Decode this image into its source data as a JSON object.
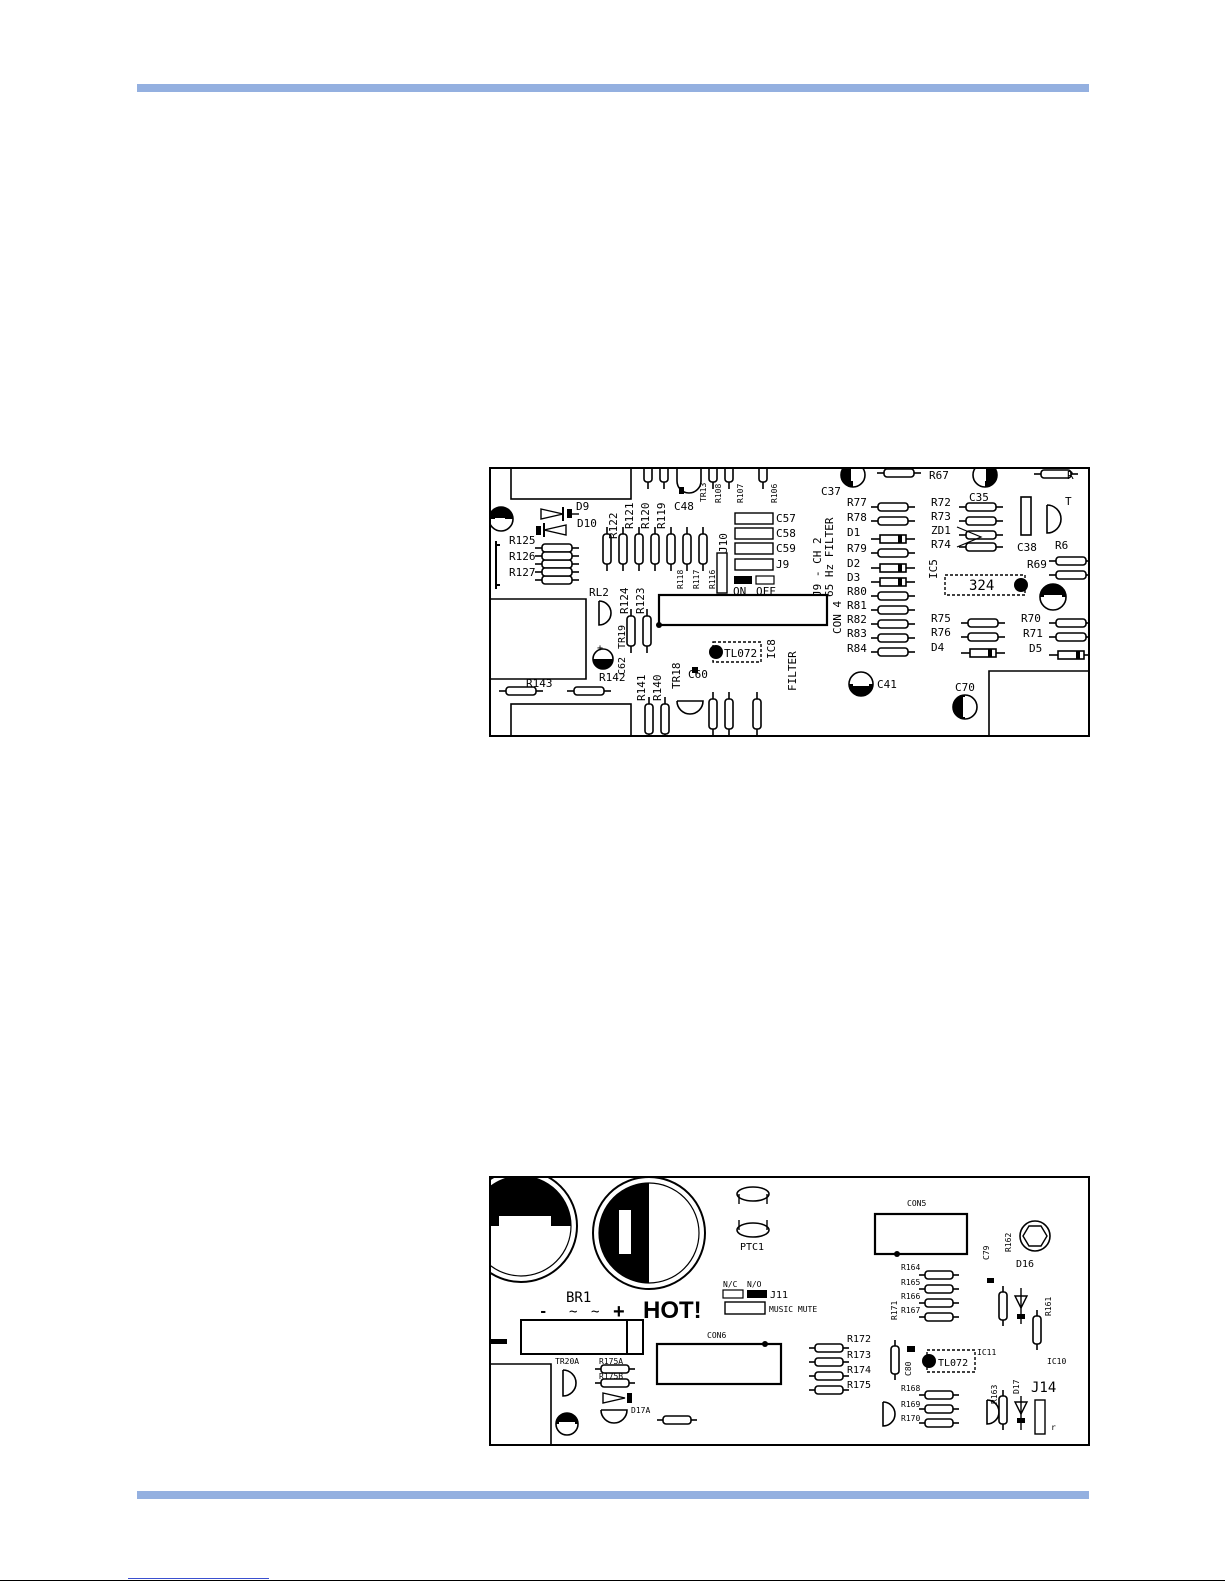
{
  "figure1": {
    "labels": {
      "d9": "D9",
      "d10": "D10",
      "r125": "R125",
      "r126": "R126",
      "r127": "R127",
      "rl2": "RL2",
      "r143": "R143",
      "r142": "R142",
      "c62": "C62",
      "tr19": "TR19",
      "r122": "R122",
      "r121": "R121",
      "r120": "R120",
      "r119": "R119",
      "r124": "R124",
      "r123": "R123",
      "r141": "R141",
      "r140": "R140",
      "tr18": "TR18",
      "c60": "C60",
      "c48": "C48",
      "tr13": "TR13",
      "r108": "R108",
      "r107": "R107",
      "r106": "R106",
      "r118": "R118",
      "r117": "R117",
      "r116": "R116",
      "j10": "J10",
      "c57": "C57",
      "c58": "C58",
      "c59": "C59",
      "j9": "J9",
      "on": "ON",
      "off": "OFF",
      "j9_note": "J9 - CH 2",
      "filter_note": "65 Hz FILTER",
      "con4": "CON 4",
      "tl072": "TL072",
      "ic8": "IC8",
      "filter": "FILTER",
      "c37": "C37",
      "r67": "R67",
      "r77": "R77",
      "r78": "R78",
      "d1": "D1",
      "r79": "R79",
      "d2": "D2",
      "d3": "D3",
      "r80": "R80",
      "r81": "R81",
      "r82": "R82",
      "r83": "R83",
      "r84": "R84",
      "c41": "C41",
      "r72": "R72",
      "r73": "R73",
      "zd1": "ZD1",
      "r74": "R74",
      "c35": "C35",
      "c38": "C38",
      "ic5": "IC5",
      "ic5_value": "324",
      "r69": "R69",
      "r6": "R6",
      "r75": "R75",
      "r76": "R76",
      "d4": "D4",
      "r70": "R70",
      "r71": "R71",
      "d5": "D5",
      "c70": "C70",
      "r_edge": "R",
      "t_edge": "T"
    }
  },
  "figure2": {
    "labels": {
      "br1": "BR1",
      "minus": "-",
      "tilde1": "~",
      "tilde2": "~",
      "plus": "+",
      "hot": "HOT!",
      "ptc1": "PTC1",
      "nc": "N/C",
      "no": "N/O",
      "j11": "J11",
      "music_mute": "MUSIC MUTE",
      "con5": "CON5",
      "con6": "CON6",
      "c79": "C79",
      "r162": "R162",
      "d16": "D16",
      "r164": "R164",
      "r165": "R165",
      "r166": "R166",
      "r167": "R167",
      "r171": "R171",
      "r161": "R161",
      "ic10": "IC10",
      "r172": "R172",
      "r173": "R173",
      "r174": "R174",
      "r175": "R175",
      "c80": "C80",
      "tl072": "TL072",
      "ic11": "IC11",
      "r168": "R168",
      "r169": "R169",
      "r170": "R170",
      "r163": "R163",
      "d17": "D17",
      "j14": "J14",
      "tr20a": "TR20A",
      "r175a": "R175A",
      "r175b": "R175B",
      "d17a": "D17A"
    }
  }
}
